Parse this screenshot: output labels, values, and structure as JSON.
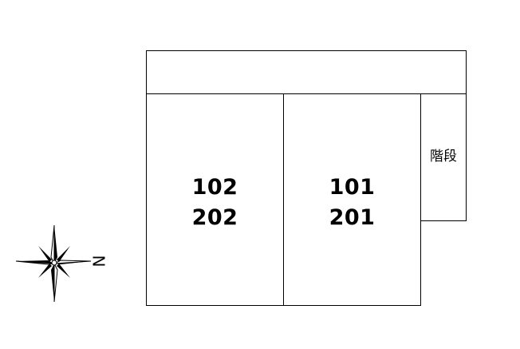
{
  "floor_plan": {
    "units": [
      {
        "first_floor": "102",
        "second_floor": "202"
      },
      {
        "first_floor": "101",
        "second_floor": "201"
      }
    ],
    "stairs_label": "階段"
  },
  "compass": {
    "north_label": "N",
    "icon": "compass-rose-icon"
  }
}
